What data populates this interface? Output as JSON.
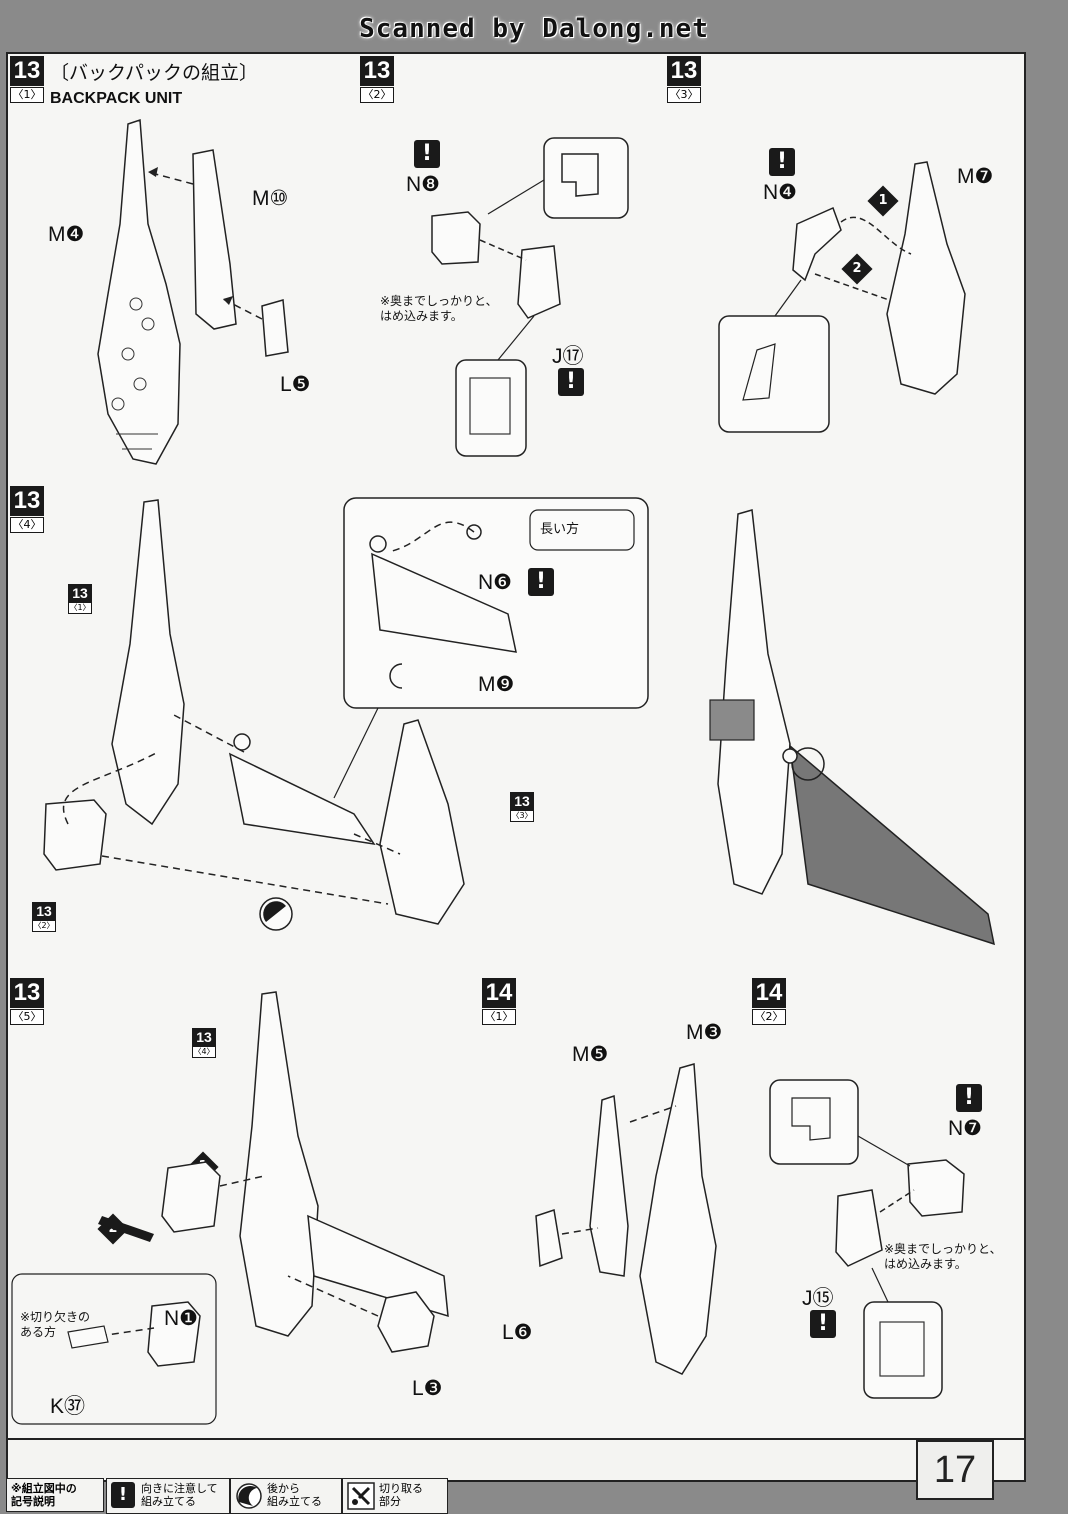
{
  "banner": "Scanned by Dalong.net",
  "page_number": "17",
  "panels": {
    "p13_1": {
      "step": "13",
      "sub": "〈1〉",
      "title": "〔バックパックの組立〕",
      "subtitle": "BACKPACK UNIT",
      "labels": {
        "m10": "M⑩",
        "m4": "M❹",
        "l5": "L❺"
      }
    },
    "p13_2": {
      "step": "13",
      "sub": "〈2〉",
      "labels": {
        "n8": "N❽",
        "j17": "J⑰"
      },
      "note": "※奥までしっかりと、\nはめ込みます。"
    },
    "p13_3": {
      "step": "13",
      "sub": "〈3〉",
      "labels": {
        "n4": "N❹",
        "m7": "M❼"
      }
    },
    "p13_4": {
      "step": "13",
      "sub": "〈4〉",
      "labels": {
        "n6": "N❻",
        "m9": "M❾",
        "long_side": "長い方"
      },
      "refs": {
        "a": {
          "n": "13",
          "s": "〈1〉"
        },
        "b": {
          "n": "13",
          "s": "〈3〉"
        },
        "c": {
          "n": "13",
          "s": "〈2〉"
        }
      }
    },
    "p13_5": {
      "step": "13",
      "sub": "〈5〉",
      "labels": {
        "n1": "N❶",
        "k37": "K㊲",
        "l3": "L❸"
      },
      "note": "※切り欠きの\nある方",
      "refs": {
        "a": {
          "n": "13",
          "s": "〈4〉"
        }
      }
    },
    "p14_1": {
      "step": "14",
      "sub": "〈1〉",
      "labels": {
        "m5": "M❺",
        "m3": "M❸",
        "l6": "L❻"
      }
    },
    "p14_2": {
      "step": "14",
      "sub": "〈2〉",
      "labels": {
        "n7": "N❼",
        "j15": "J⑮"
      },
      "note": "※奥までしっかりと、\nはめ込みます。"
    }
  },
  "legend": {
    "title": "※組立図中の\n記号説明",
    "items": [
      {
        "icon": "exclamation-icon",
        "text": "向きに注意して\n組み立てる"
      },
      {
        "icon": "back-side-icon",
        "text": "後から\n組み立てる"
      },
      {
        "icon": "cut-icon",
        "text": "切り取る\n部分"
      }
    ]
  }
}
